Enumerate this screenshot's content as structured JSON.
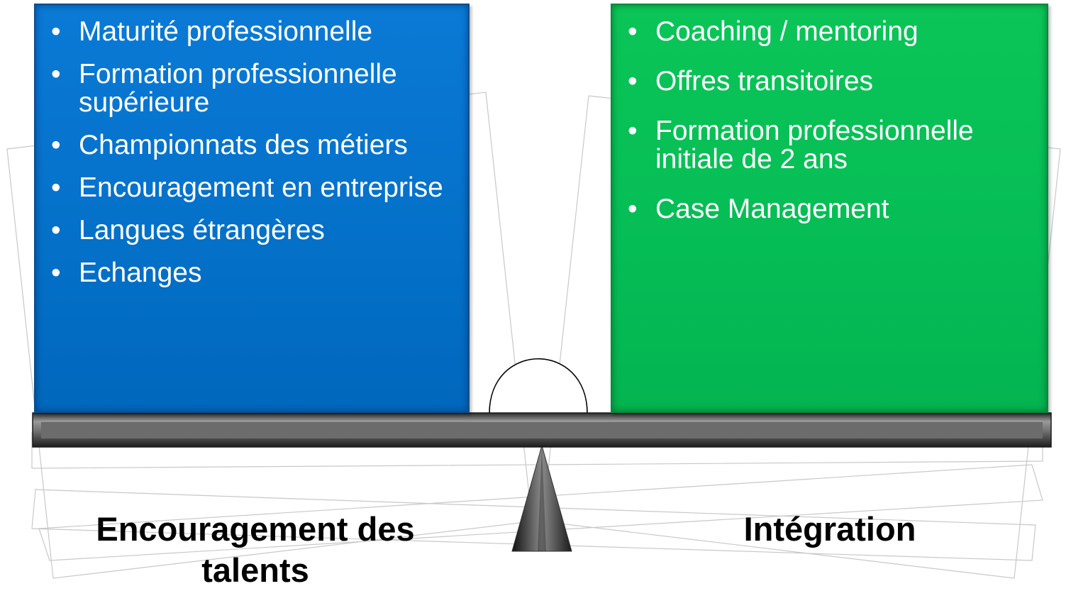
{
  "left_box": {
    "color": "#0470c8",
    "items": [
      {
        "bullet": "•",
        "text": "Maturité professionnelle"
      },
      {
        "bullet": "•",
        "text": "Formation professionnelle supérieure"
      },
      {
        "bullet": "•",
        "text": "Championnats des métiers"
      },
      {
        "bullet": "•",
        "text": "Encouragement en entreprise"
      },
      {
        "bullet": "•",
        "text": "Langues étrangères"
      },
      {
        "bullet": "•",
        "text": "Echanges"
      }
    ]
  },
  "right_box": {
    "color": "#05bd55",
    "items": [
      {
        "bullet": "•",
        "text": "Coaching / mentoring"
      },
      {
        "bullet": "•",
        "text": "Offres transitoires"
      },
      {
        "bullet": "•",
        "text": "Formation professionnelle initiale de 2 ans"
      },
      {
        "bullet": "•",
        "text": "Case Management"
      }
    ]
  },
  "labels": {
    "left": "Encouragement des talents",
    "right": "Intégration"
  }
}
